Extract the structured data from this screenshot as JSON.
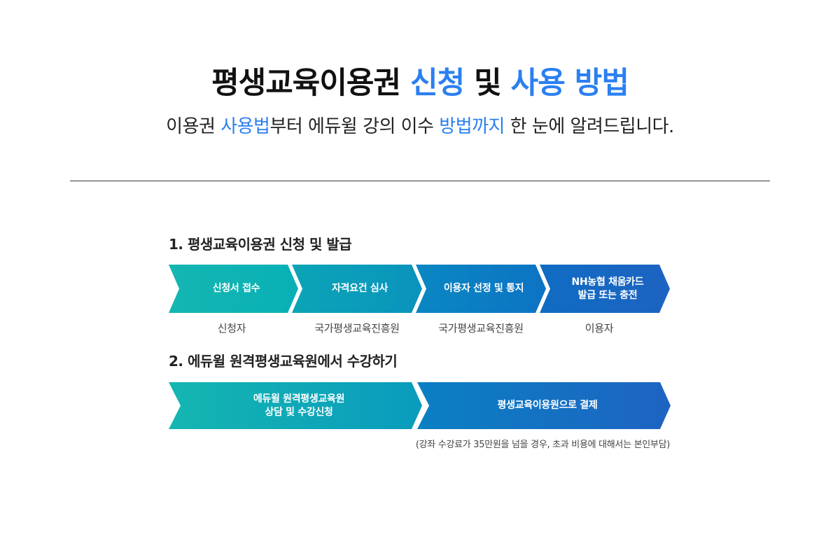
{
  "header": {
    "title_part1": "평생교육이용권",
    "title_part2": "신청",
    "title_part3": "및",
    "title_part4": "사용 방법",
    "subtitle_part1": "이용권 ",
    "subtitle_part2": "사용법",
    "subtitle_part3": "부터 에듀윌 강의 이수 ",
    "subtitle_part4": "방법까지",
    "subtitle_part5": " 한 눈에 알려드립니다."
  },
  "colors": {
    "accent": "#2b7ff0",
    "teal": "#14b6b1",
    "blue": "#1e63c2"
  },
  "section1": {
    "heading": "1. 평생교육이용권 신청 및 발급",
    "steps": [
      {
        "lines": [
          "신청서 접수"
        ],
        "actor": "신청자"
      },
      {
        "lines": [
          "자격요건 심사"
        ],
        "actor": "국가평생교육진흥원"
      },
      {
        "lines": [
          "이용자 선정 및 통지"
        ],
        "actor": "국가평생교육진흥원"
      },
      {
        "lines": [
          "NH농협 채움카드",
          "발급 또는 충전"
        ],
        "actor": "이용자"
      }
    ]
  },
  "section2": {
    "heading": "2. 에듀윌 원격평생교육원에서 수강하기",
    "steps": [
      {
        "lines": [
          "에듀윌 원격평생교육원",
          "상담 및 수강신청"
        ]
      },
      {
        "lines": [
          "평생교육이용원으로 결제"
        ]
      }
    ],
    "note": "(강좌 수강료가 35만원을 넘을 경우, 초과 비용에 대해서는 본인부담)"
  }
}
